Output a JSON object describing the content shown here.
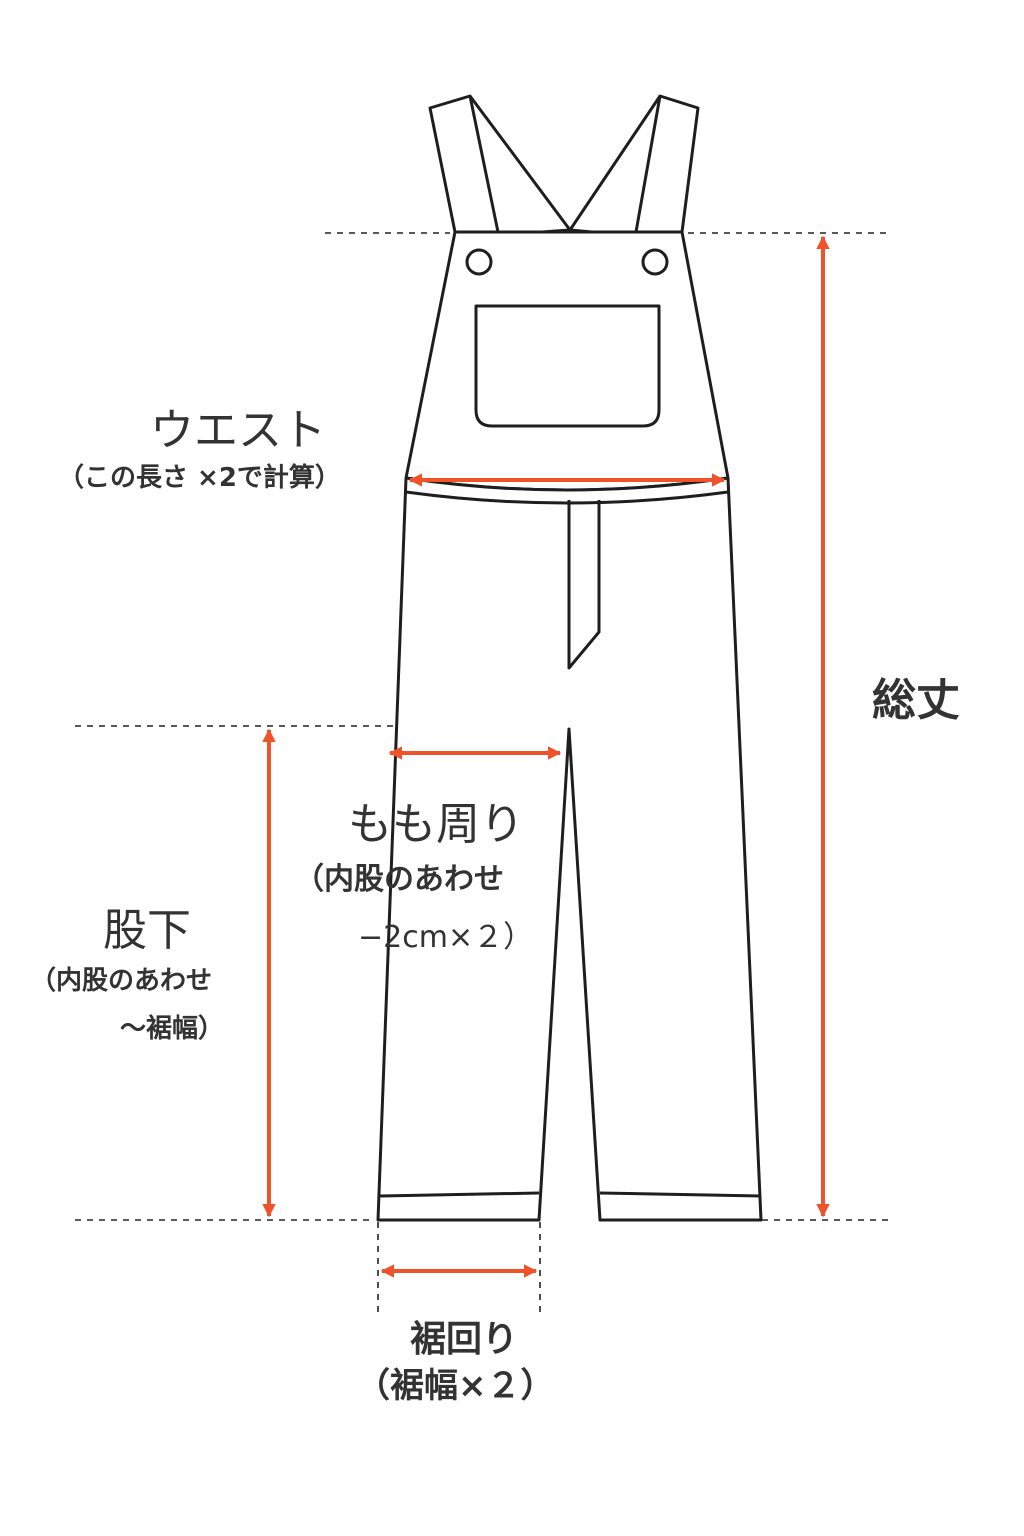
{
  "colors": {
    "outline": "#1e1e1e",
    "arrow": "#f0532a",
    "text": "#333333",
    "guide": "#222222"
  },
  "labels": {
    "waist": {
      "title": "ウエスト",
      "note": "（この長さ ×2で計算）"
    },
    "total_length": {
      "title": "総丈"
    },
    "thigh": {
      "title": "もも周り",
      "note_line1": "（内股のあわせ",
      "note_line2": "−2cm×２）"
    },
    "inseam": {
      "title": "股下",
      "note_line1": "（内股のあわせ",
      "note_line2": "～裾幅）"
    },
    "hem": {
      "title": "裾回り",
      "note": "（裾幅×２）"
    }
  }
}
